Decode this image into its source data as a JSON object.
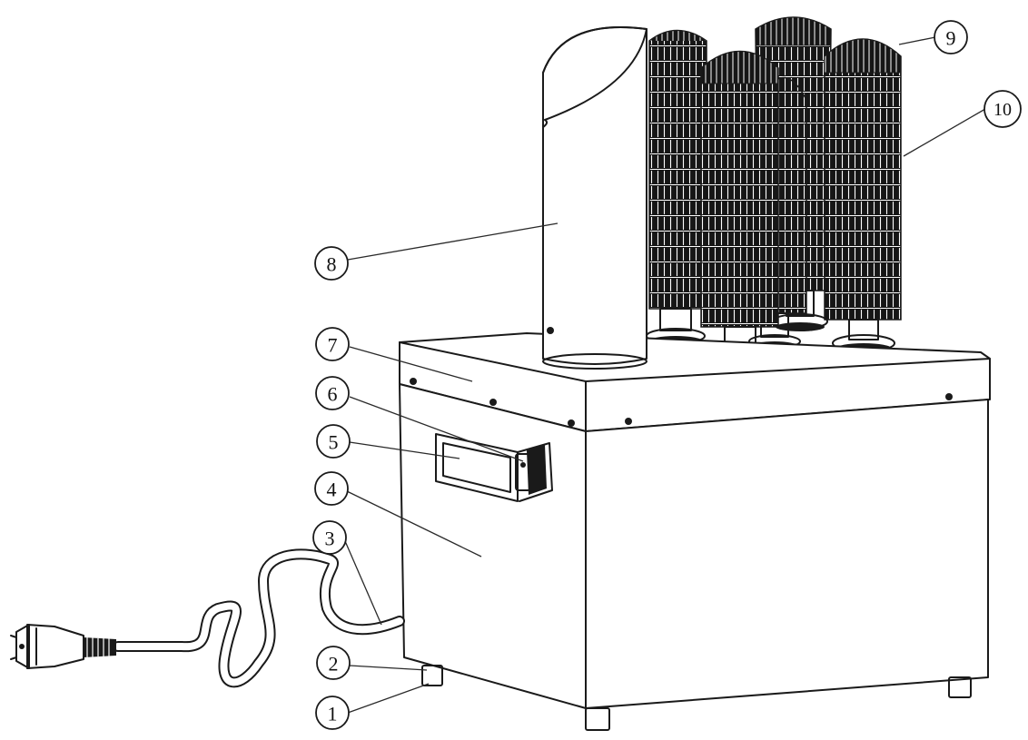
{
  "callouts": [
    {
      "id": "1",
      "label": "1"
    },
    {
      "id": "2",
      "label": "2"
    },
    {
      "id": "3",
      "label": "3"
    },
    {
      "id": "4",
      "label": "4"
    },
    {
      "id": "5",
      "label": "5"
    },
    {
      "id": "6",
      "label": "6"
    },
    {
      "id": "7",
      "label": "7"
    },
    {
      "id": "8",
      "label": "8"
    },
    {
      "id": "9",
      "label": "9"
    },
    {
      "id": "10",
      "label": "10"
    }
  ],
  "colors": {
    "ink": "#1a1a1a",
    "brush": "#161616",
    "panel": "#ffffff",
    "shade": "#f2f2f2"
  }
}
